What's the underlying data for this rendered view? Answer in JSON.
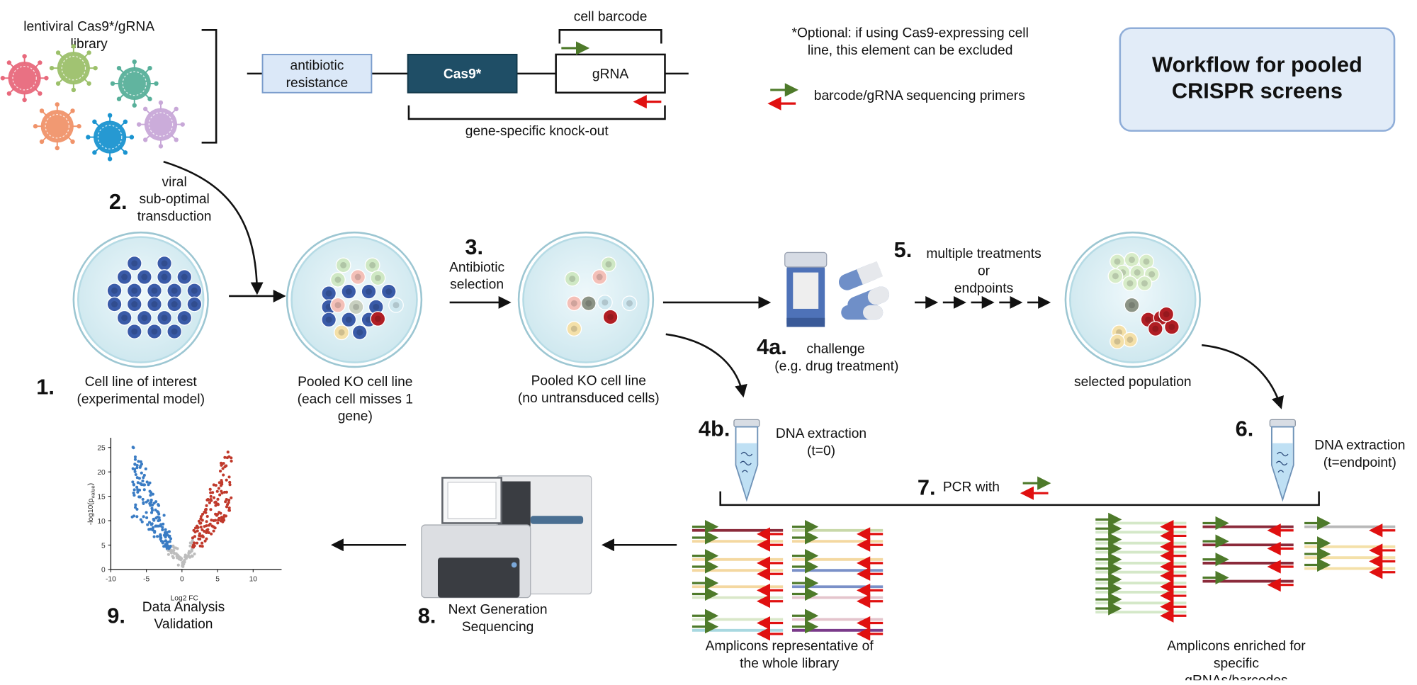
{
  "library": {
    "title": [
      "lentiviral Cas9*/gRNA",
      "library"
    ],
    "antibiotic": [
      "antibiotic",
      "resistance"
    ],
    "cas9": "Cas9*",
    "grna": "gRNA",
    "cell_barcode": "cell barcode",
    "gene_ko": "gene-specific knock-out",
    "virus_colors": [
      "#e8697c",
      "#9cc06a",
      "#58b09a",
      "#f0936a",
      "#1a94d0",
      "#c8a8d8"
    ]
  },
  "note": {
    "optional": [
      "*Optional: if using Cas9-expressing cell",
      "line, this element can be excluded"
    ],
    "primers": "barcode/gRNA sequencing primers"
  },
  "title_box": {
    "lines": [
      "Workflow for pooled",
      "CRISPR screens"
    ]
  },
  "steps": {
    "s1": {
      "num": "1.",
      "lines": [
        "Cell line of interest",
        "(experimental model)"
      ]
    },
    "s2": {
      "num": "2.",
      "lines": [
        "viral",
        "sub-optimal",
        "transduction"
      ]
    },
    "pooled_ko": {
      "lines": [
        "Pooled KO cell line",
        "(each cell misses 1",
        "gene)"
      ]
    },
    "s3": {
      "num": "3.",
      "lines": [
        "Antibiotic",
        "selection"
      ]
    },
    "pooled_ko2": {
      "lines": [
        "Pooled KO cell line",
        "(no untransduced cells)"
      ]
    },
    "s4a": {
      "num": "4a.",
      "lines": [
        "challenge",
        "(e.g. drug treatment)"
      ]
    },
    "s5": {
      "num": "5.",
      "lines": [
        "multiple treatments",
        "or",
        "endpoints"
      ]
    },
    "selected": {
      "lines": [
        "selected population"
      ]
    },
    "s4b": {
      "num": "4b.",
      "lines": [
        "DNA extraction",
        "(t=0)"
      ]
    },
    "s6": {
      "num": "6.",
      "lines": [
        "DNA extraction",
        "(t=endpoint)"
      ]
    },
    "s7": {
      "num": "7.",
      "text": "PCR with"
    },
    "amplicons_all": {
      "lines": [
        "Amplicons representative of",
        "the whole library"
      ]
    },
    "amplicons_enriched": {
      "lines": [
        "Amplicons enriched for",
        "specific",
        "gRNAs/barcodes"
      ]
    },
    "s8": {
      "num": "8.",
      "lines": [
        "Next Generation",
        "Sequencing"
      ]
    },
    "s9": {
      "num": "9.",
      "lines": [
        "Data Analysis",
        "Validation"
      ]
    }
  },
  "volcano": {
    "ylabel": "-log10(p",
    "ylabel_sub": "value",
    "xlabel": "Log2 FC",
    "x_ticks": [
      -10,
      -5,
      0,
      5,
      10
    ],
    "y_ticks": [
      0,
      5,
      10,
      15,
      20,
      25
    ],
    "colors": {
      "down": "#3a7cc4",
      "up": "#c0392b",
      "ns": "#bdbdbd"
    }
  }
}
